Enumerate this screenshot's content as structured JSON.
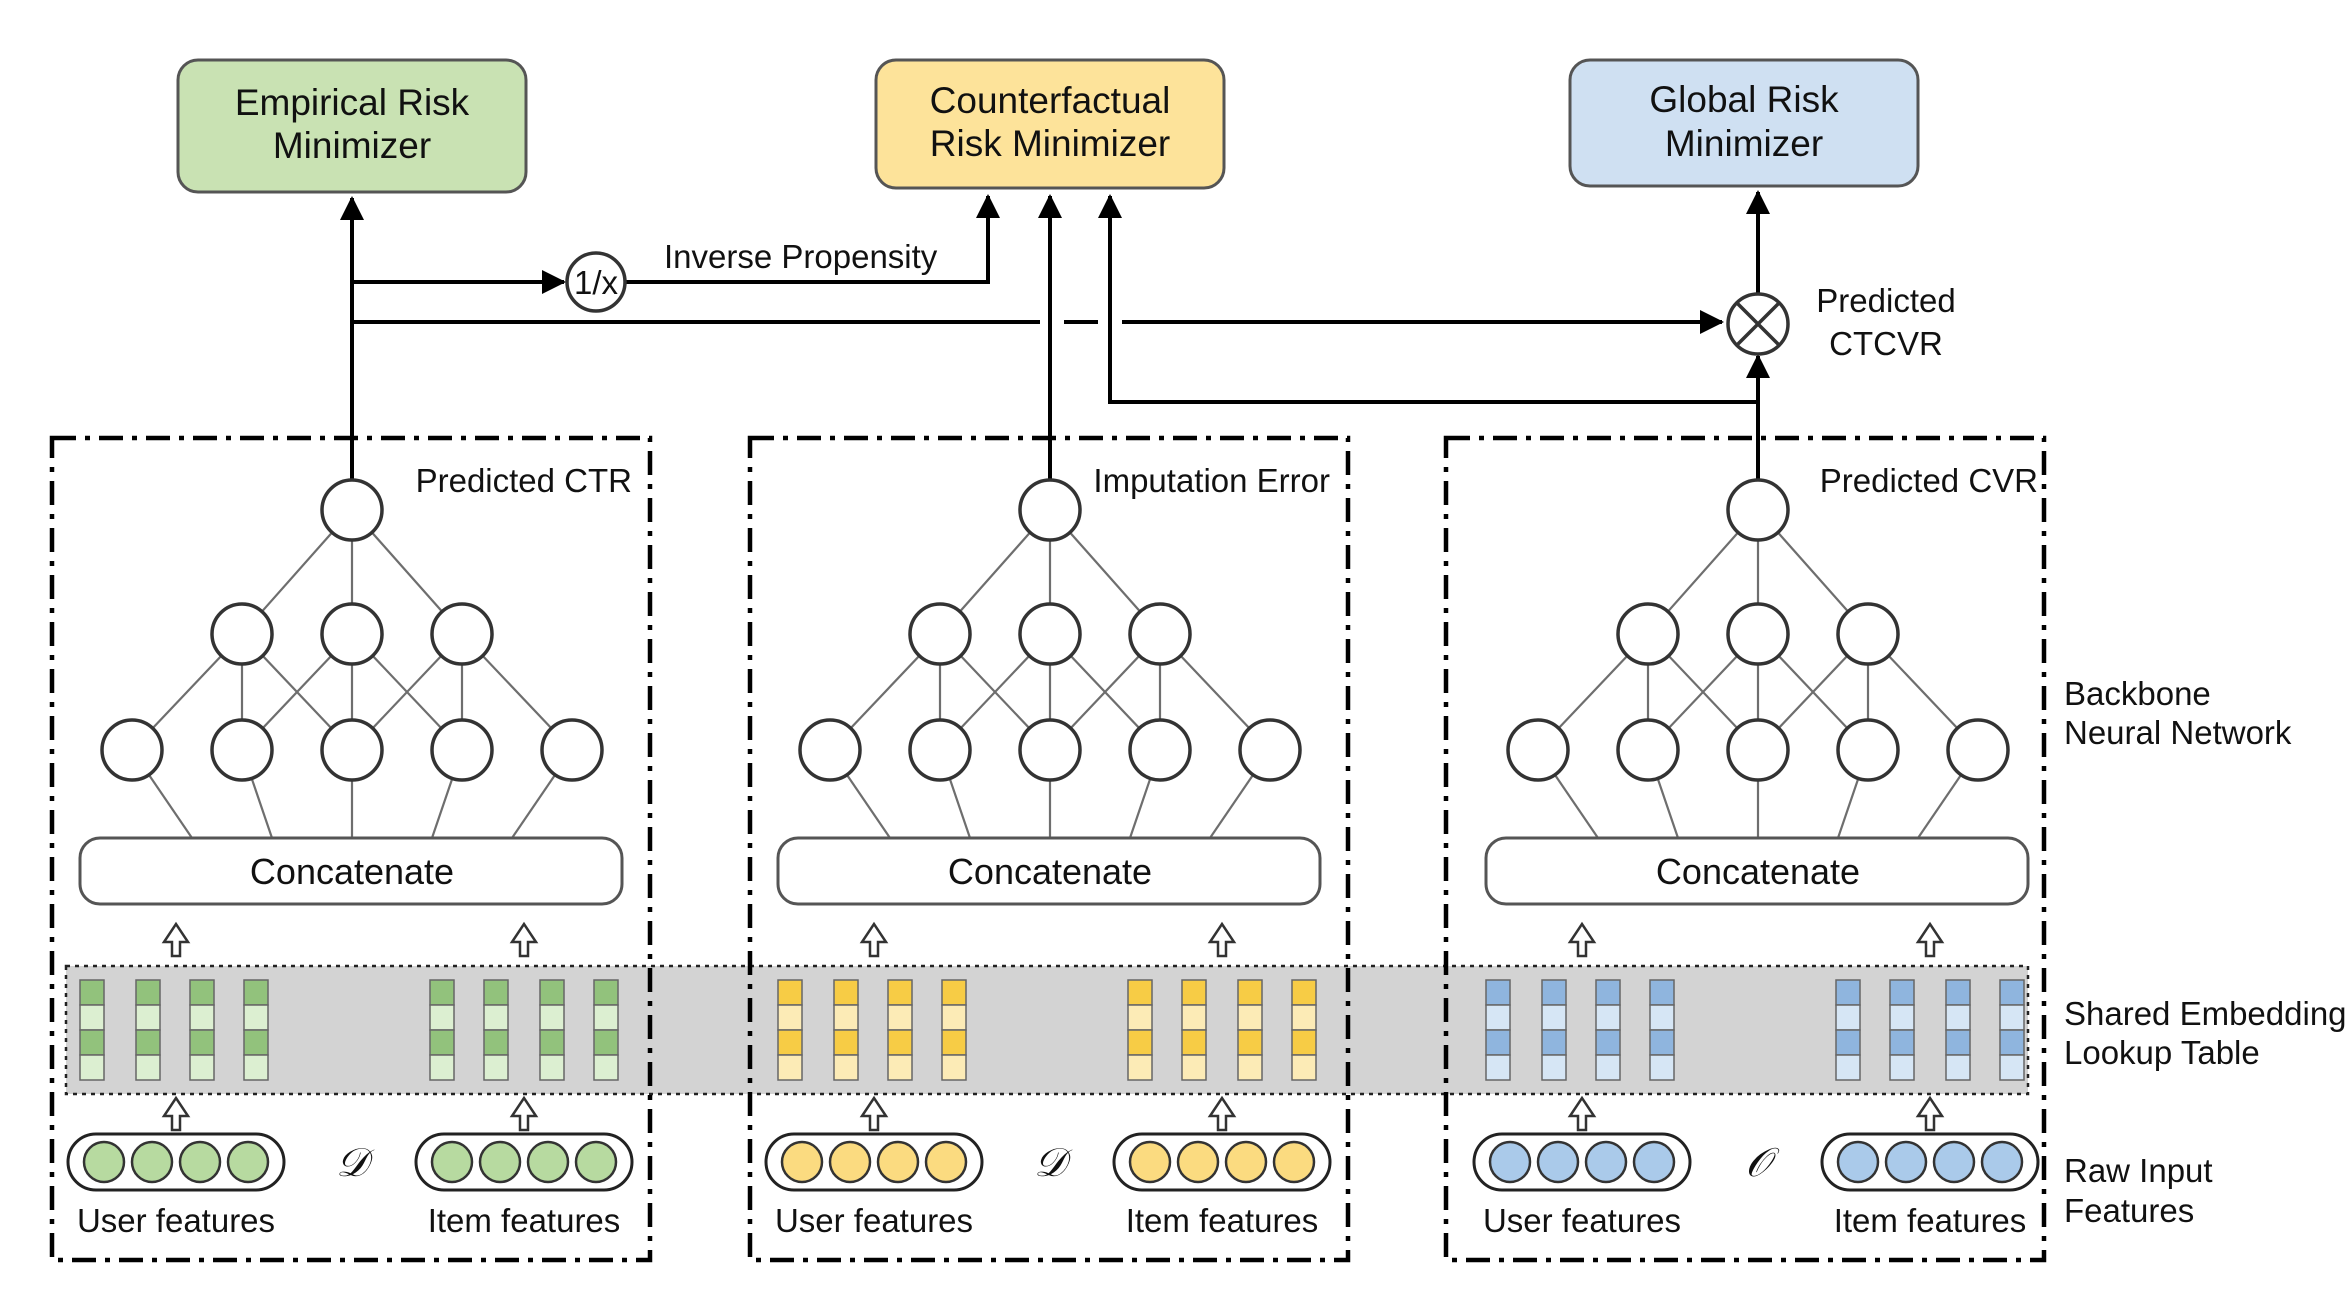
{
  "top_boxes": {
    "empirical": {
      "line1": "Empirical Risk",
      "line2": "Minimizer",
      "fill": "#c9e2b3",
      "stroke": "#555555"
    },
    "counterfactual": {
      "line1": "Counterfactual",
      "line2": "Risk Minimizer",
      "fill": "#fde39a",
      "stroke": "#555555"
    },
    "global": {
      "line1": "Global Risk",
      "line2": "Minimizer",
      "fill": "#cfe0f2",
      "stroke": "#555555"
    }
  },
  "connectors": {
    "inverse_op": "1/x",
    "inverse_label": "Inverse Propensity",
    "product_label_line1": "Predicted",
    "product_label_line2": "CTCVR"
  },
  "towers": [
    {
      "output_label": "Predicted CTR",
      "concat_label": "Concatenate",
      "user_label": "User features",
      "item_label": "Item features",
      "space_symbol": "𝒟",
      "colors": {
        "dark": "#92c27c",
        "light": "#dcefd1",
        "feature": "#b7daa0"
      }
    },
    {
      "output_label": "Imputation Error",
      "concat_label": "Concatenate",
      "user_label": "User features",
      "item_label": "Item features",
      "space_symbol": "𝒟",
      "colors": {
        "dark": "#f7cc45",
        "light": "#fcebb6",
        "feature": "#fbdb80"
      }
    },
    {
      "output_label": "Predicted CVR",
      "concat_label": "Concatenate",
      "user_label": "User features",
      "item_label": "Item features",
      "space_symbol": "𝒪",
      "colors": {
        "dark": "#8fb5de",
        "light": "#d6e6f5",
        "feature": "#aacaea"
      }
    }
  ],
  "side_labels": {
    "backbone": [
      "Backbone",
      "Neural Network"
    ],
    "embedding": [
      "Shared Embedding",
      "Lookup Table"
    ],
    "raw_input": [
      "Raw Input",
      "Features"
    ]
  },
  "embedding_band_color": "#d3d3d3"
}
